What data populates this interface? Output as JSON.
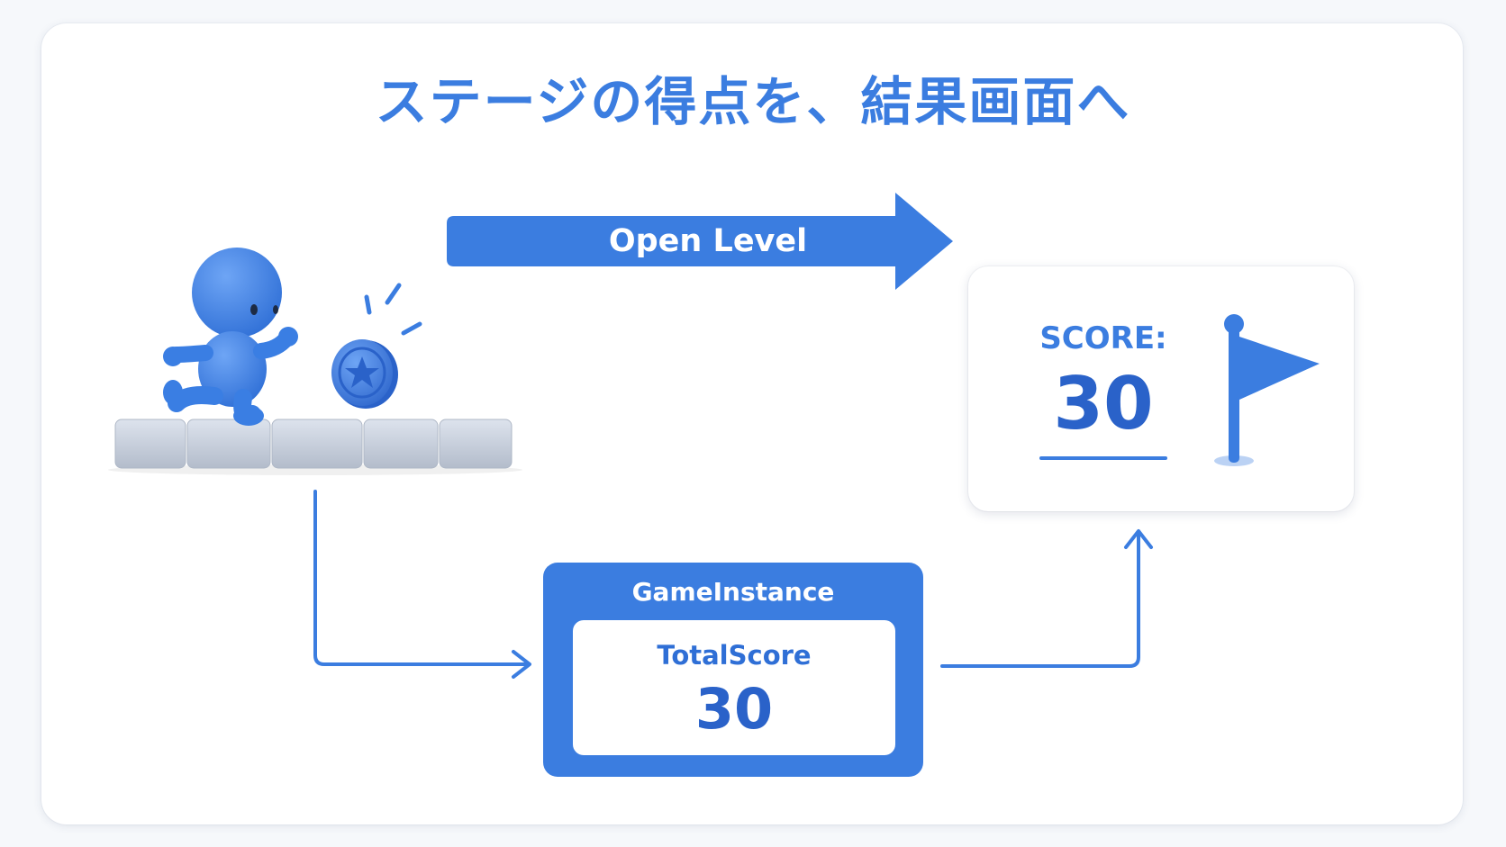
{
  "title": "ステージの得点を、結果画面へ",
  "open_level_arrow": {
    "label": "Open Level"
  },
  "result_screen": {
    "score_label": "SCORE:",
    "score_value": "30",
    "icon": "flag-icon"
  },
  "game_instance": {
    "title": "GameInstance",
    "variable_label": "TotalScore",
    "variable_value": "30"
  },
  "illustration": {
    "character_icon": "running-character-icon",
    "coin_icon": "star-coin-icon",
    "platform": "block-platform"
  },
  "colors": {
    "accent": "#3b7de0",
    "accent_dark": "#2a62c9",
    "block": "#c9d1de",
    "background": "#f6f8fb",
    "card": "#ffffff"
  }
}
